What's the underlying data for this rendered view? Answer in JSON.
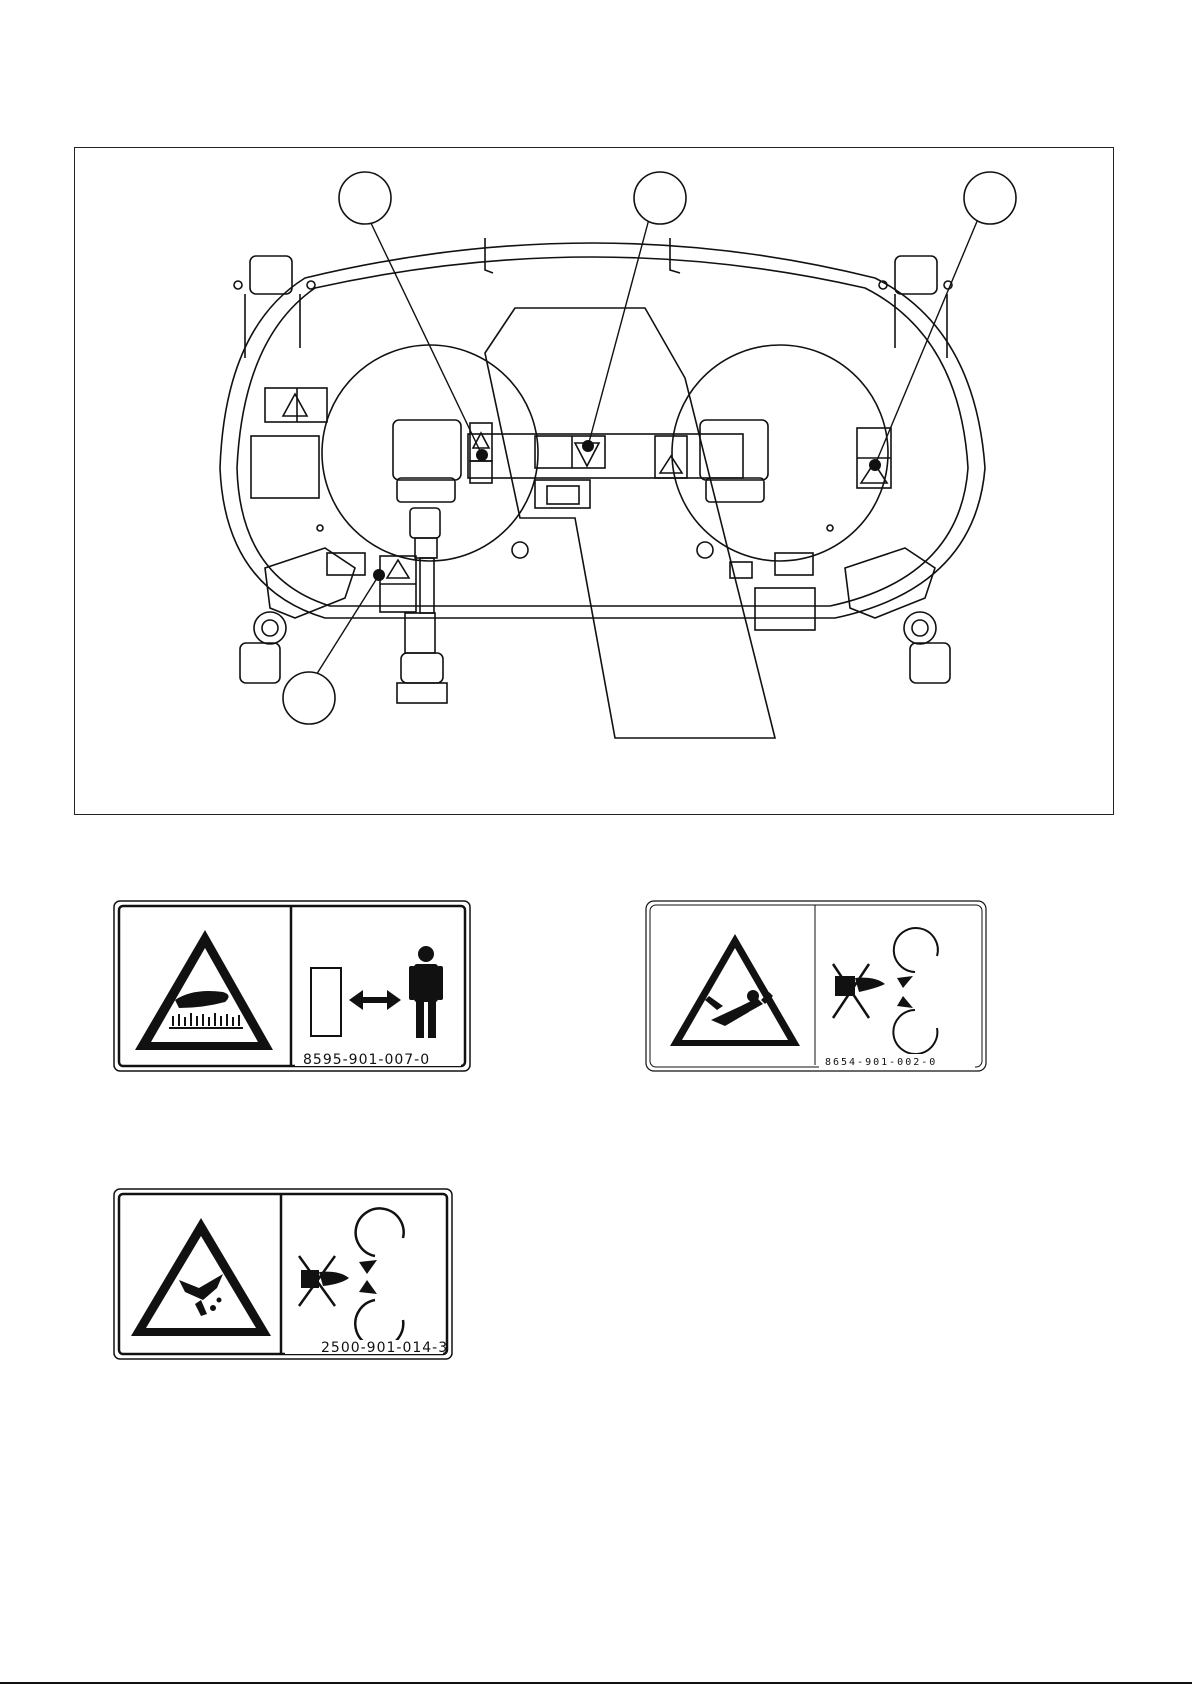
{
  "decals": [
    {
      "id": "decal-hot-surface",
      "part_number": "8595-901-007-0"
    },
    {
      "id": "decal-ejection",
      "part_number": "8654-901-002-0"
    },
    {
      "id": "decal-cutting-hand",
      "part_number": "2500-901-014-3"
    }
  ],
  "callouts": [
    {
      "id": "callout-1",
      "label": ""
    },
    {
      "id": "callout-2",
      "label": ""
    },
    {
      "id": "callout-3",
      "label": ""
    },
    {
      "id": "callout-4",
      "label": ""
    }
  ]
}
